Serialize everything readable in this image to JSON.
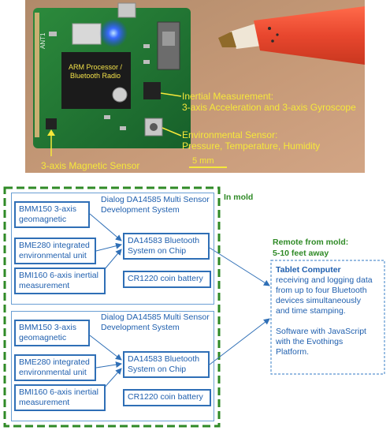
{
  "photo": {
    "chip_label": "ARM Processor / Bluetooth Radio",
    "inertial_title": "Inertial Measurement:",
    "inertial_detail": "3-axis Acceleration and 3-axis Gyroscope",
    "env_title": "Environmental Sensor:",
    "env_detail": "Pressure, Temperature, Humidity",
    "magnetic_label": "3-axis Magnetic Sensor",
    "scale_label": "5 mm",
    "board_marking": "ANT1",
    "colors": {
      "label": "#f6e83a",
      "board": "#1f7a32"
    }
  },
  "diagram": {
    "in_mold_label": "In mold",
    "remote_label_1": "Remote from mold:",
    "remote_label_2": "5-10 feet away",
    "systems": [
      {
        "title_1": "Dialog DA14585 Multi Sensor",
        "title_2": "Development System",
        "sensors": [
          [
            "BMM150 3-axis",
            "geomagnetic"
          ],
          [
            "BME280 integrated",
            "environmental unit"
          ],
          [
            "BMI160 6-axis inertial",
            "measurement"
          ]
        ],
        "soc": [
          "DA14583 Bluetooth",
          "System on Chip"
        ],
        "battery": "CR1220 coin battery"
      },
      {
        "title_1": "Dialog DA14585 Multi Sensor",
        "title_2": "Development System",
        "sensors": [
          [
            "BMM150 3-axis",
            "geomagnetic"
          ],
          [
            "BME280 integrated",
            "environmental unit"
          ],
          [
            "BMI160 6-axis inertial",
            "measurement"
          ]
        ],
        "soc": [
          "DA14583 Bluetooth",
          "System on Chip"
        ],
        "battery": "CR1220 coin battery"
      }
    ],
    "tablet": {
      "title": "Tablet Computer",
      "desc": [
        "receiving and logging data",
        "from up to four Bluetooth",
        "devices simultaneously",
        "and time stamping."
      ],
      "software": [
        "Software with JavaScript",
        "with the Evothings",
        "Platform."
      ]
    },
    "colors": {
      "box_border": "#2f6fb6",
      "text": "#1f5fae",
      "green": "#2f8a26",
      "dash_box": "#5b95d0"
    }
  }
}
